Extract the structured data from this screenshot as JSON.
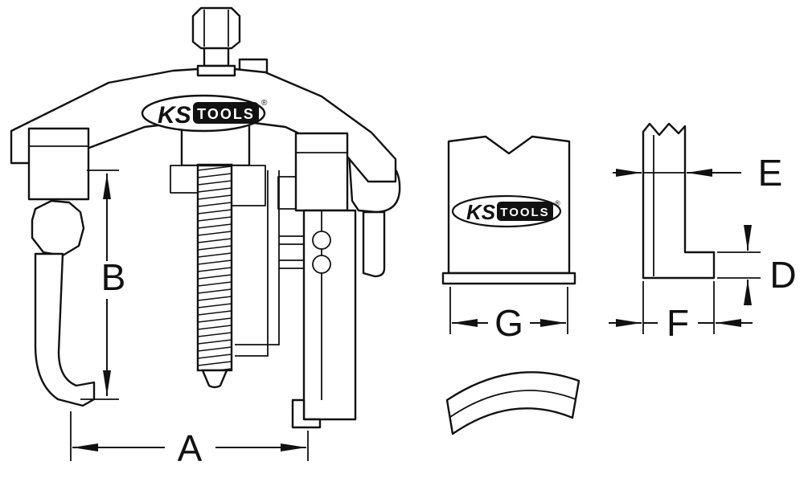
{
  "colors": {
    "line": "#111111",
    "background": "#ffffff"
  },
  "logo": {
    "ks": "KS",
    "tools": "TOOLS",
    "registered": "®"
  },
  "dimensions": {
    "A": "A",
    "B": "B",
    "D": "D",
    "E": "E",
    "F": "F",
    "G": "G"
  }
}
